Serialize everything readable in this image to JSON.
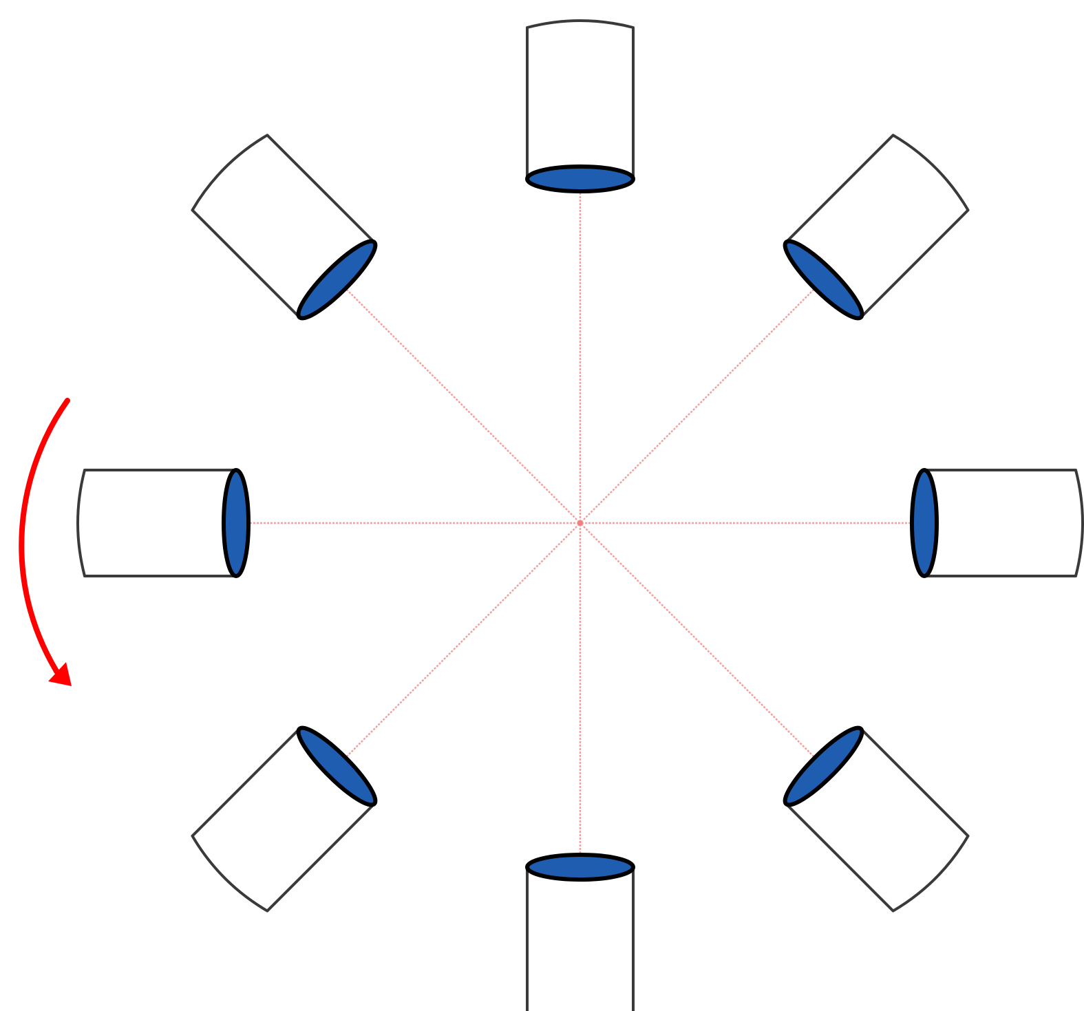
{
  "diagram": {
    "camera_count": 8,
    "cameras": [
      {
        "label": "",
        "facing": "center"
      },
      {
        "label": "",
        "facing": "center"
      },
      {
        "label": "",
        "facing": "center"
      },
      {
        "label": "",
        "facing": "center"
      },
      {
        "label": "",
        "facing": "center"
      },
      {
        "label": "",
        "facing": "center"
      },
      {
        "label": "",
        "facing": "center"
      },
      {
        "label": "",
        "facing": "center"
      }
    ],
    "rotation_direction": "counterclockwise",
    "colors": {
      "background": "#ffffff",
      "lens_fill": "#1f5db0",
      "lens_stroke": "#000000",
      "body_fill": "#ffffff",
      "body_stroke": "#3a3a3a",
      "sight_line": "#f3a0a0",
      "center_point": "#f08080",
      "rotation_arrow": "#ff0000"
    }
  }
}
